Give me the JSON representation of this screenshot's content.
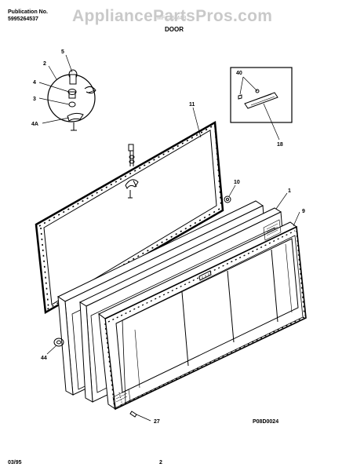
{
  "header": {
    "publication_label": "Publication No.",
    "publication_number": "5995264537",
    "model": "MFC25M4B",
    "section_title": "DOOR"
  },
  "watermark": "AppliancePartsPros.com",
  "callouts": {
    "c5": "5",
    "c2": "2",
    "c4": "4",
    "c3": "3",
    "c4a": "4A",
    "c11": "11",
    "c40": "40",
    "c18": "18",
    "c10": "10",
    "c1": "1",
    "c9": "9",
    "c44": "44",
    "c27": "27"
  },
  "diagram_code": "P08D0024",
  "footer": {
    "date": "03/95",
    "page": "2"
  }
}
